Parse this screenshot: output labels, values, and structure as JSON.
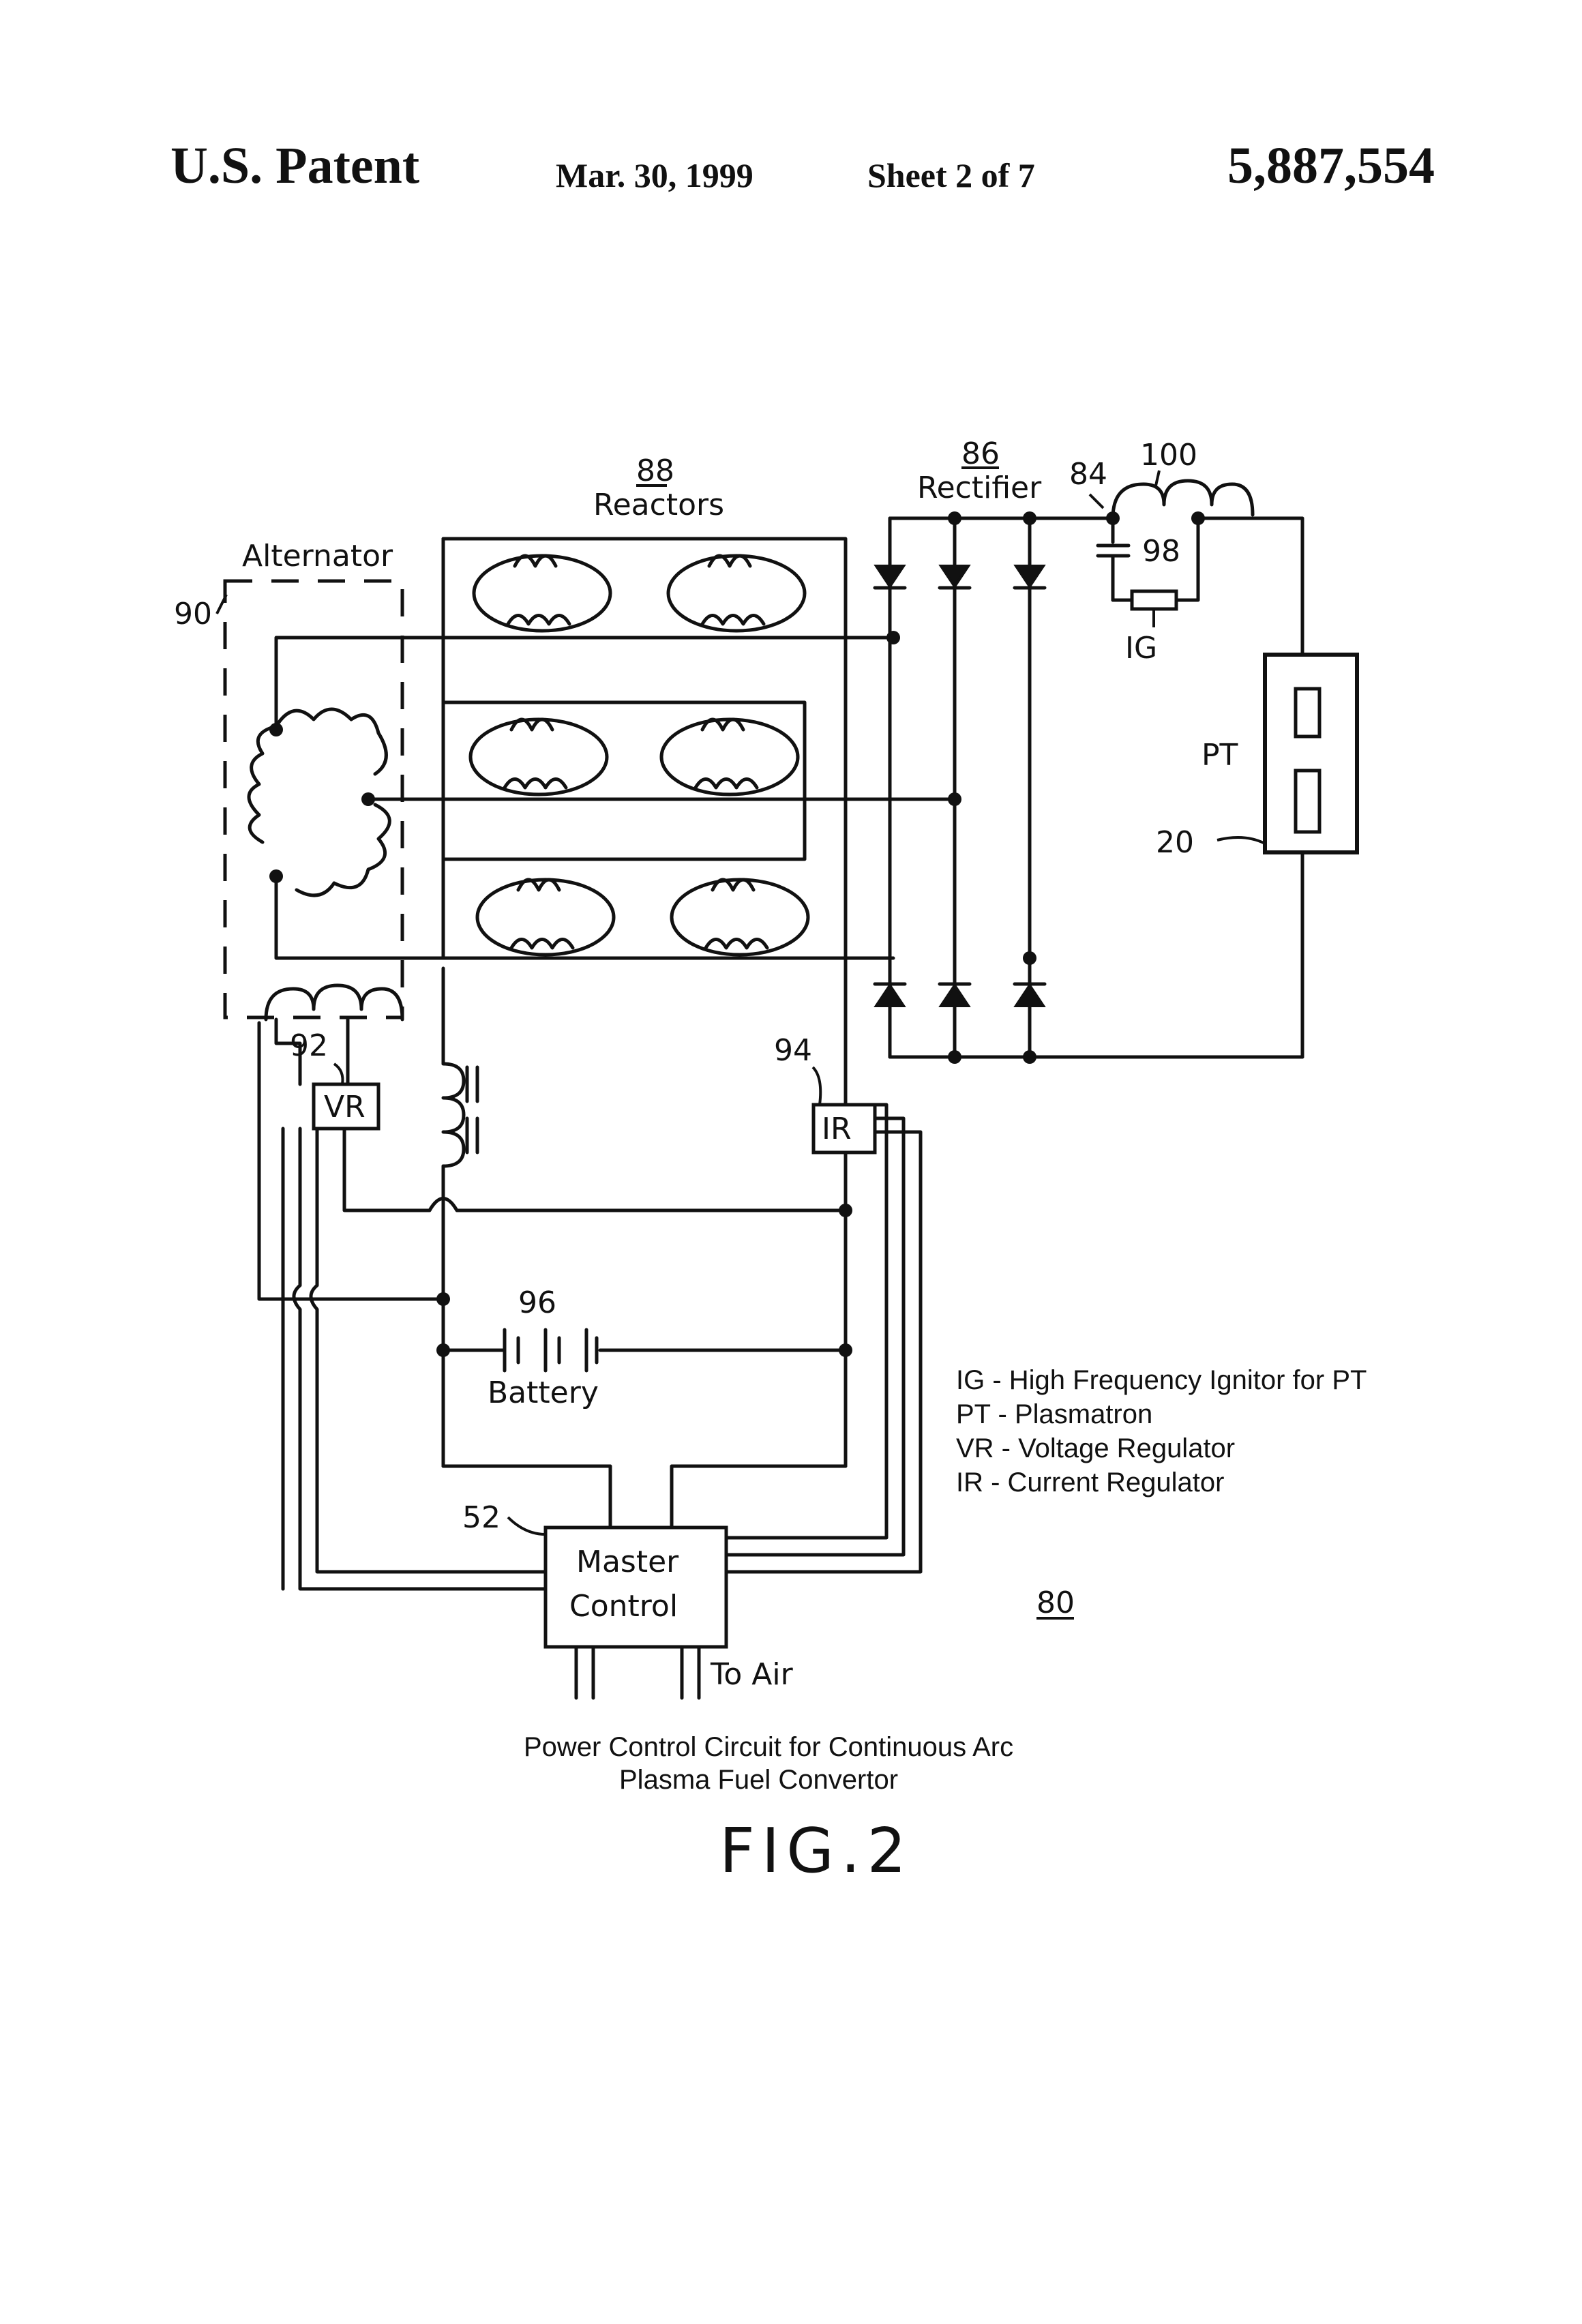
{
  "header": {
    "left": "U.S. Patent",
    "date": "Mar. 30, 1999",
    "sheet": "Sheet 2 of 7",
    "number": "5,887,554"
  },
  "labels": {
    "reactors_ref": "88",
    "reactors": "Reactors",
    "rectifier_ref": "86",
    "rectifier": "Rectifier",
    "ref_84": "84",
    "ref_100": "100",
    "ref_98": "98",
    "ig": "IG",
    "pt": "PT",
    "ref_20": "20",
    "alternator": "Alternator",
    "ref_90": "90",
    "ref_92": "92",
    "vr": "VR",
    "ref_94": "94",
    "ir": "IR",
    "ref_96": "96",
    "battery": "Battery",
    "ref_52": "52",
    "master_line1": "Master",
    "master_line2": "Control",
    "to_air": "To Air",
    "ref_80": "80"
  },
  "legend": [
    "IG - High Frequency Ignitor for PT",
    "PT - Plasmatron",
    "VR - Voltage Regulator",
    "IR - Current Regulator"
  ],
  "caption": {
    "line1": "Power Control Circuit for Continuous Arc",
    "line2": "Plasma Fuel Convertor"
  },
  "figure": "FIG.2"
}
